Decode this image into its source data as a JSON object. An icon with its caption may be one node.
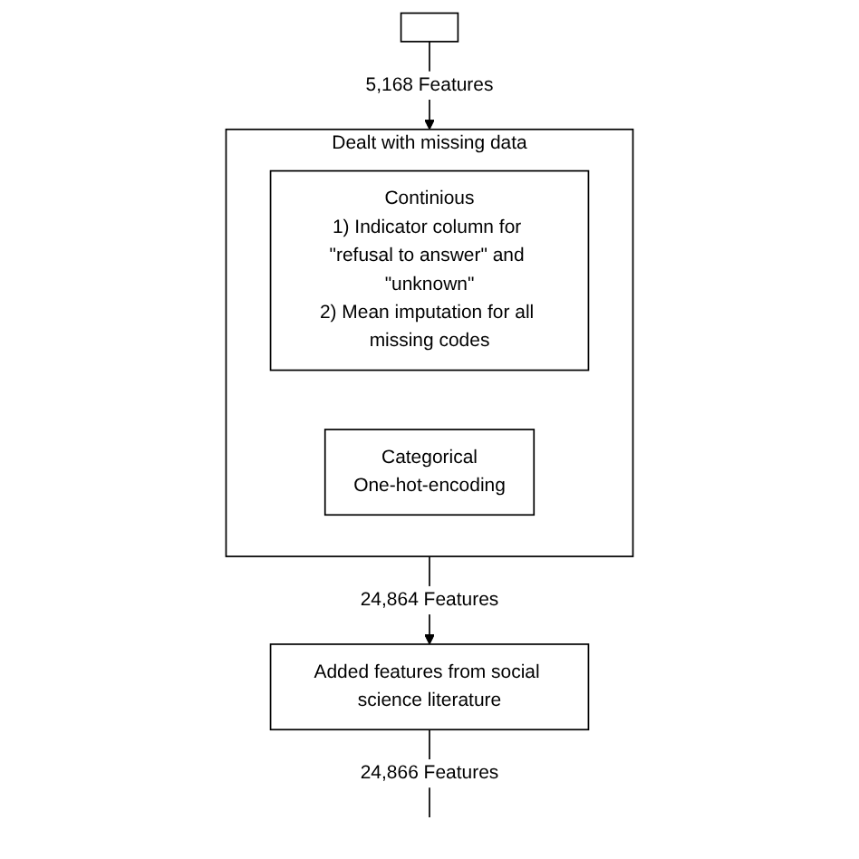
{
  "diagram": {
    "nodes": [
      {
        "text": [],
        "shape": "box"
      },
      {
        "text": [
          "Dealt with missing data"
        ]
      },
      {
        "text": [
          "Continious",
          "1) Indicator column for \"refusal to answer\" and \"unknown\"",
          "2) Mean imputation for all missing codes"
        ],
        "in": 1
      },
      {
        "text": [
          "Categorical",
          "One-hot-encoding"
        ],
        "in": 1
      },
      {
        "text": [
          "Added features from social science literature"
        ]
      }
    ],
    "edges": [
      {
        "from": 0,
        "to": 1,
        "arrow": "to",
        "label": "5,168 Features"
      },
      {
        "from": 1,
        "to": 4,
        "arrow": "to",
        "label": "24,864 Features"
      },
      {
        "from": 4,
        "to": null,
        "arrow": "none",
        "label": "24,866 Features"
      }
    ]
  }
}
